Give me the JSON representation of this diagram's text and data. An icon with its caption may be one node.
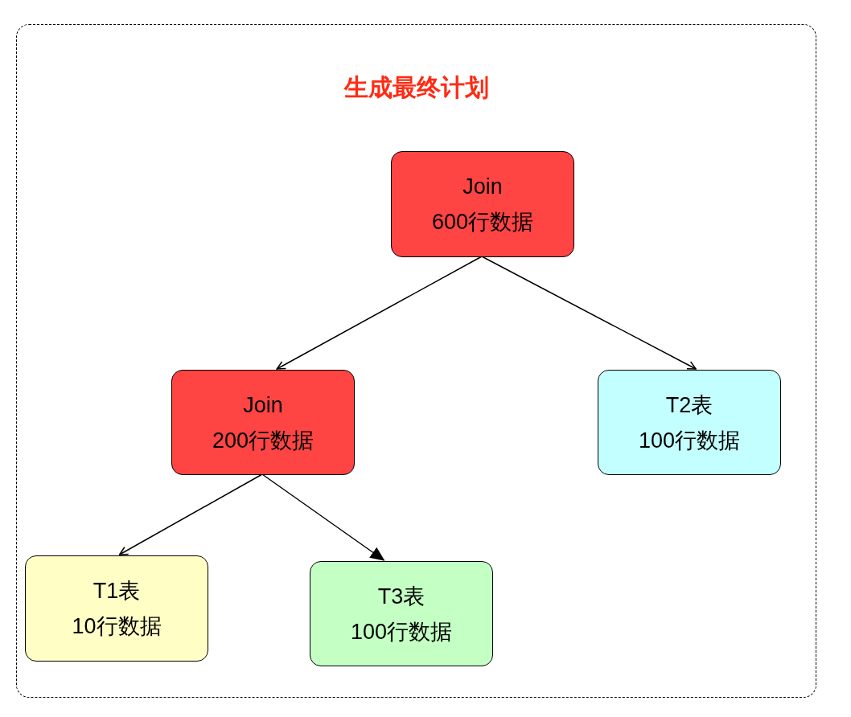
{
  "diagram": {
    "nodes": [
      {
        "text": [
          "生成最终计划"
        ]
      },
      {
        "text": [
          "Join",
          "600行数据"
        ],
        "in": 0
      },
      {
        "text": [
          "Join",
          "200行数据"
        ],
        "in": 0
      },
      {
        "text": [
          "T2表",
          "100行数据"
        ],
        "in": 0
      },
      {
        "text": [
          "T1表",
          "10行数据"
        ],
        "in": 0
      },
      {
        "text": [
          "T3表",
          "100行数据"
        ],
        "in": 0
      }
    ],
    "edges": [
      {
        "from": 1,
        "to": 2,
        "arrow": "to"
      },
      {
        "from": 1,
        "to": 3,
        "arrow": "to"
      },
      {
        "from": 2,
        "to": 4,
        "arrow": "to"
      },
      {
        "from": 2,
        "to": 5,
        "arrow": "to"
      }
    ]
  }
}
